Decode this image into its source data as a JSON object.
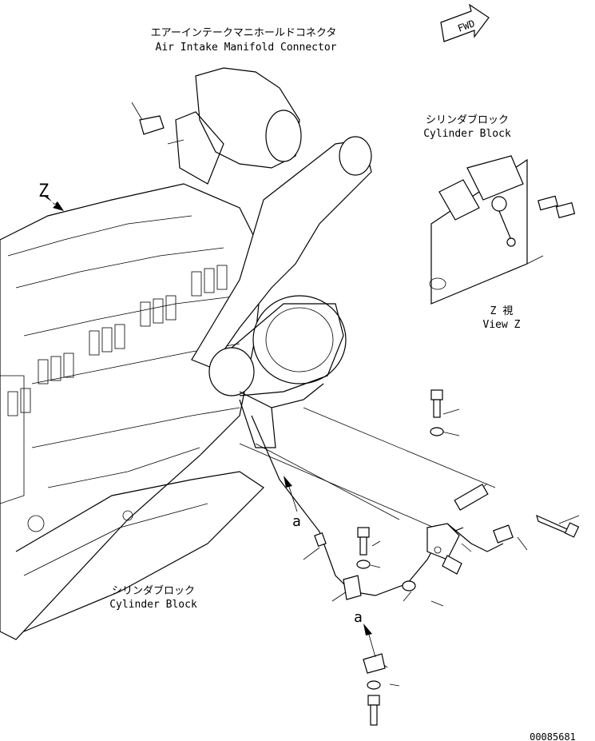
{
  "labels": {
    "air_intake_jp": "エアーインテークマニホールドコネクタ",
    "air_intake_en": "Air Intake Manifold Connector",
    "cyl_block_top_jp": "シリンダブロック",
    "cyl_block_top_en": "Cylinder Block",
    "view_z_jp": "Z  視",
    "view_z_en": "View Z",
    "cyl_block_bottom_jp": "シリンダブロック",
    "cyl_block_bottom_en": "Cylinder Block",
    "fwd": "FWD",
    "z_marker": "Z",
    "a_marker_upper": "a",
    "a_marker_lower": "a",
    "drawing_number": "00085681"
  }
}
